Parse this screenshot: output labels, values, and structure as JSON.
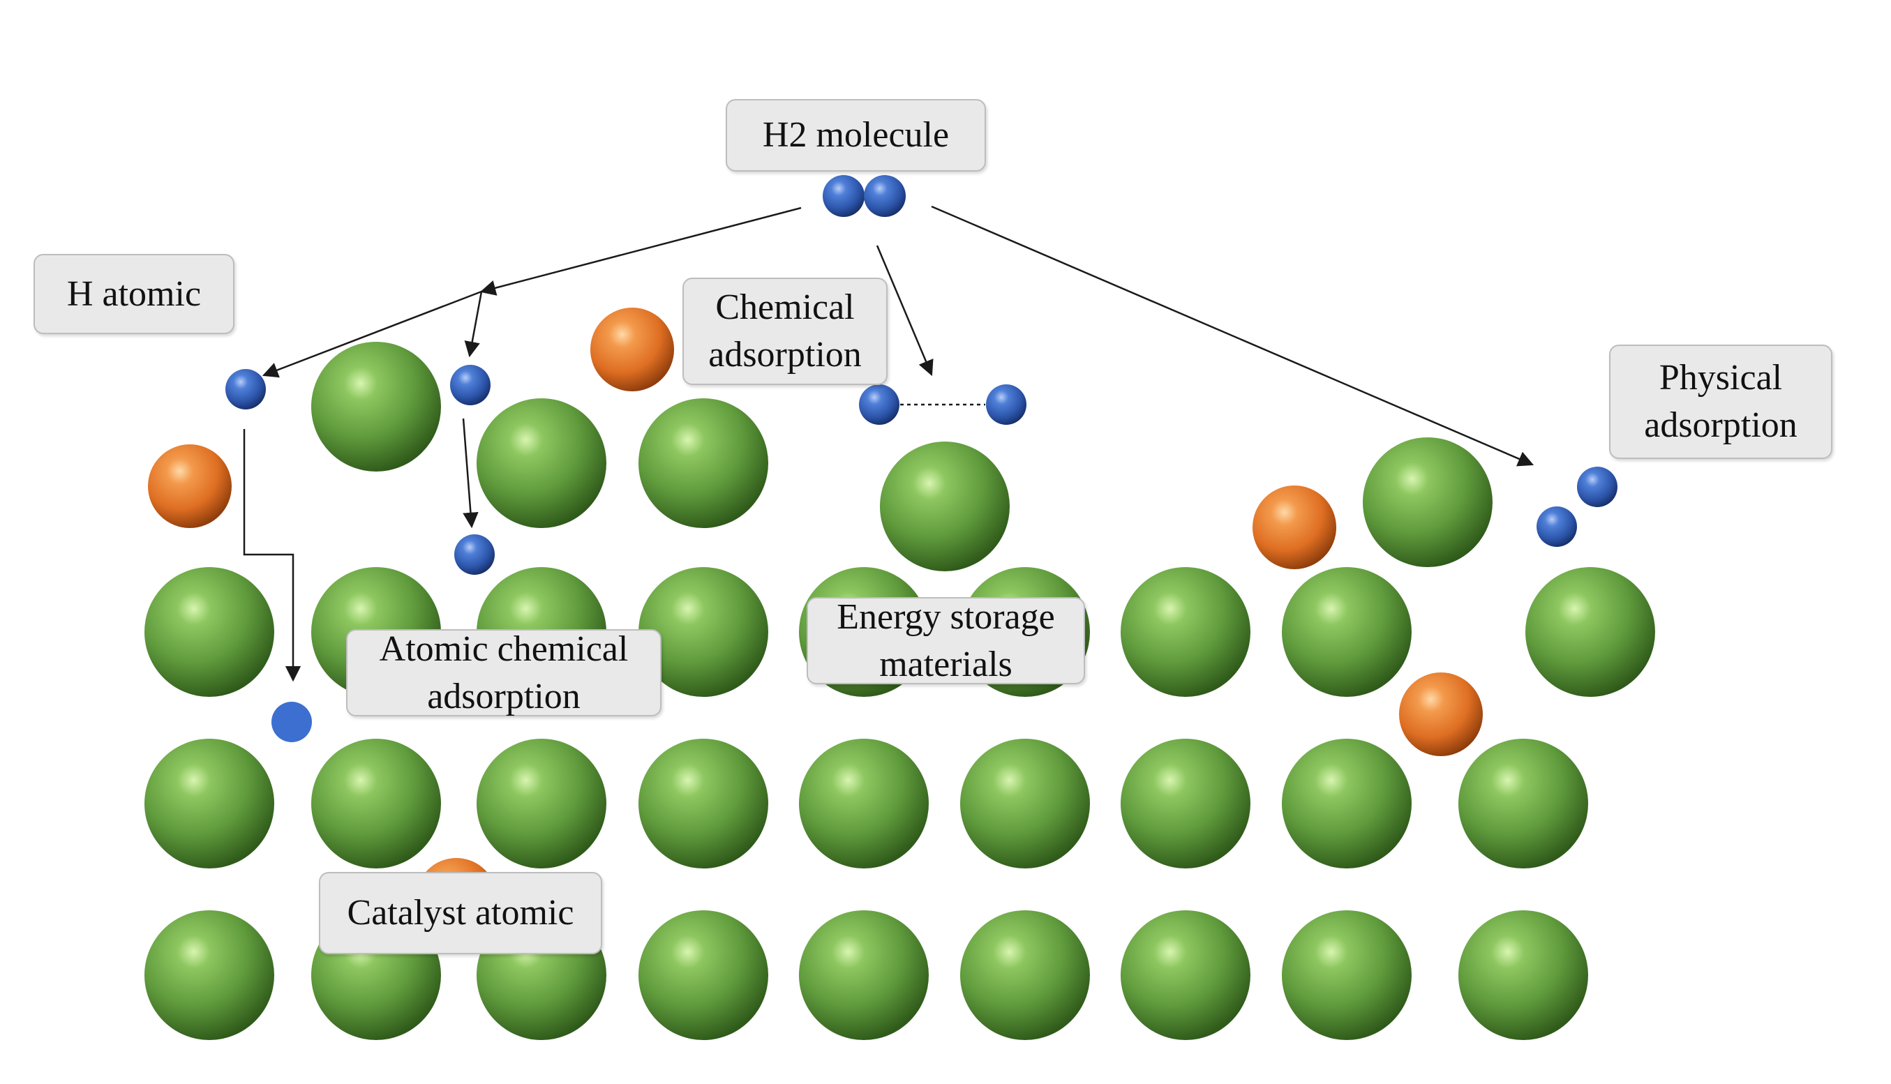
{
  "labels": {
    "h2_molecule": "H2 molecule",
    "h_atomic": "H atomic",
    "chemical_adsorption": "Chemical\nadsorption",
    "physical_adsorption": "Physical\nadsorption",
    "atomic_chemical_adsorption": "Atomic chemical\nadsorption",
    "energy_storage_materials": "Energy storage\nmaterials",
    "catalyst_atomic": "Catalyst atomic"
  },
  "colors": {
    "storage_atom": "#6aa84f",
    "catalyst_atom": "#e8762a",
    "hydrogen_atom": "#3d6fd1",
    "arrow": "#1a1a1a",
    "label_fill": "#e9e9e9",
    "label_border": "#bdbdbd"
  }
}
